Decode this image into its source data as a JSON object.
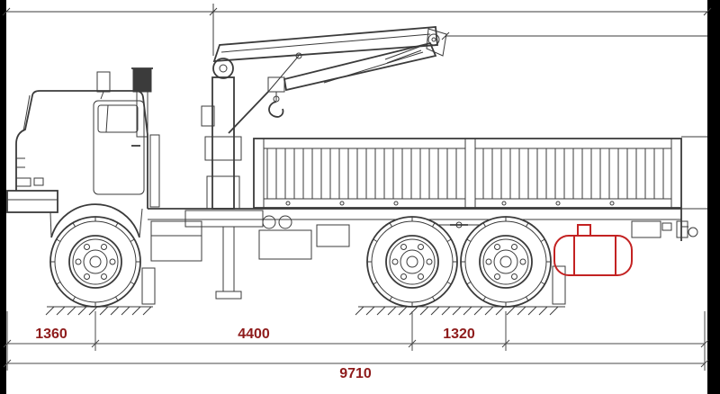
{
  "colors": {
    "background": "#ffffff",
    "line": "#3b3b3b",
    "dim_line": "#4a4a4a",
    "dimension_text": "#8e1b1b",
    "highlight_red": "#c32222",
    "edge_bar": "#000000"
  },
  "dimensions": {
    "front_overhang": "1360",
    "wheelbase": "4400",
    "rear_bogie_spacing": "1320",
    "overall_length": "9710"
  }
}
